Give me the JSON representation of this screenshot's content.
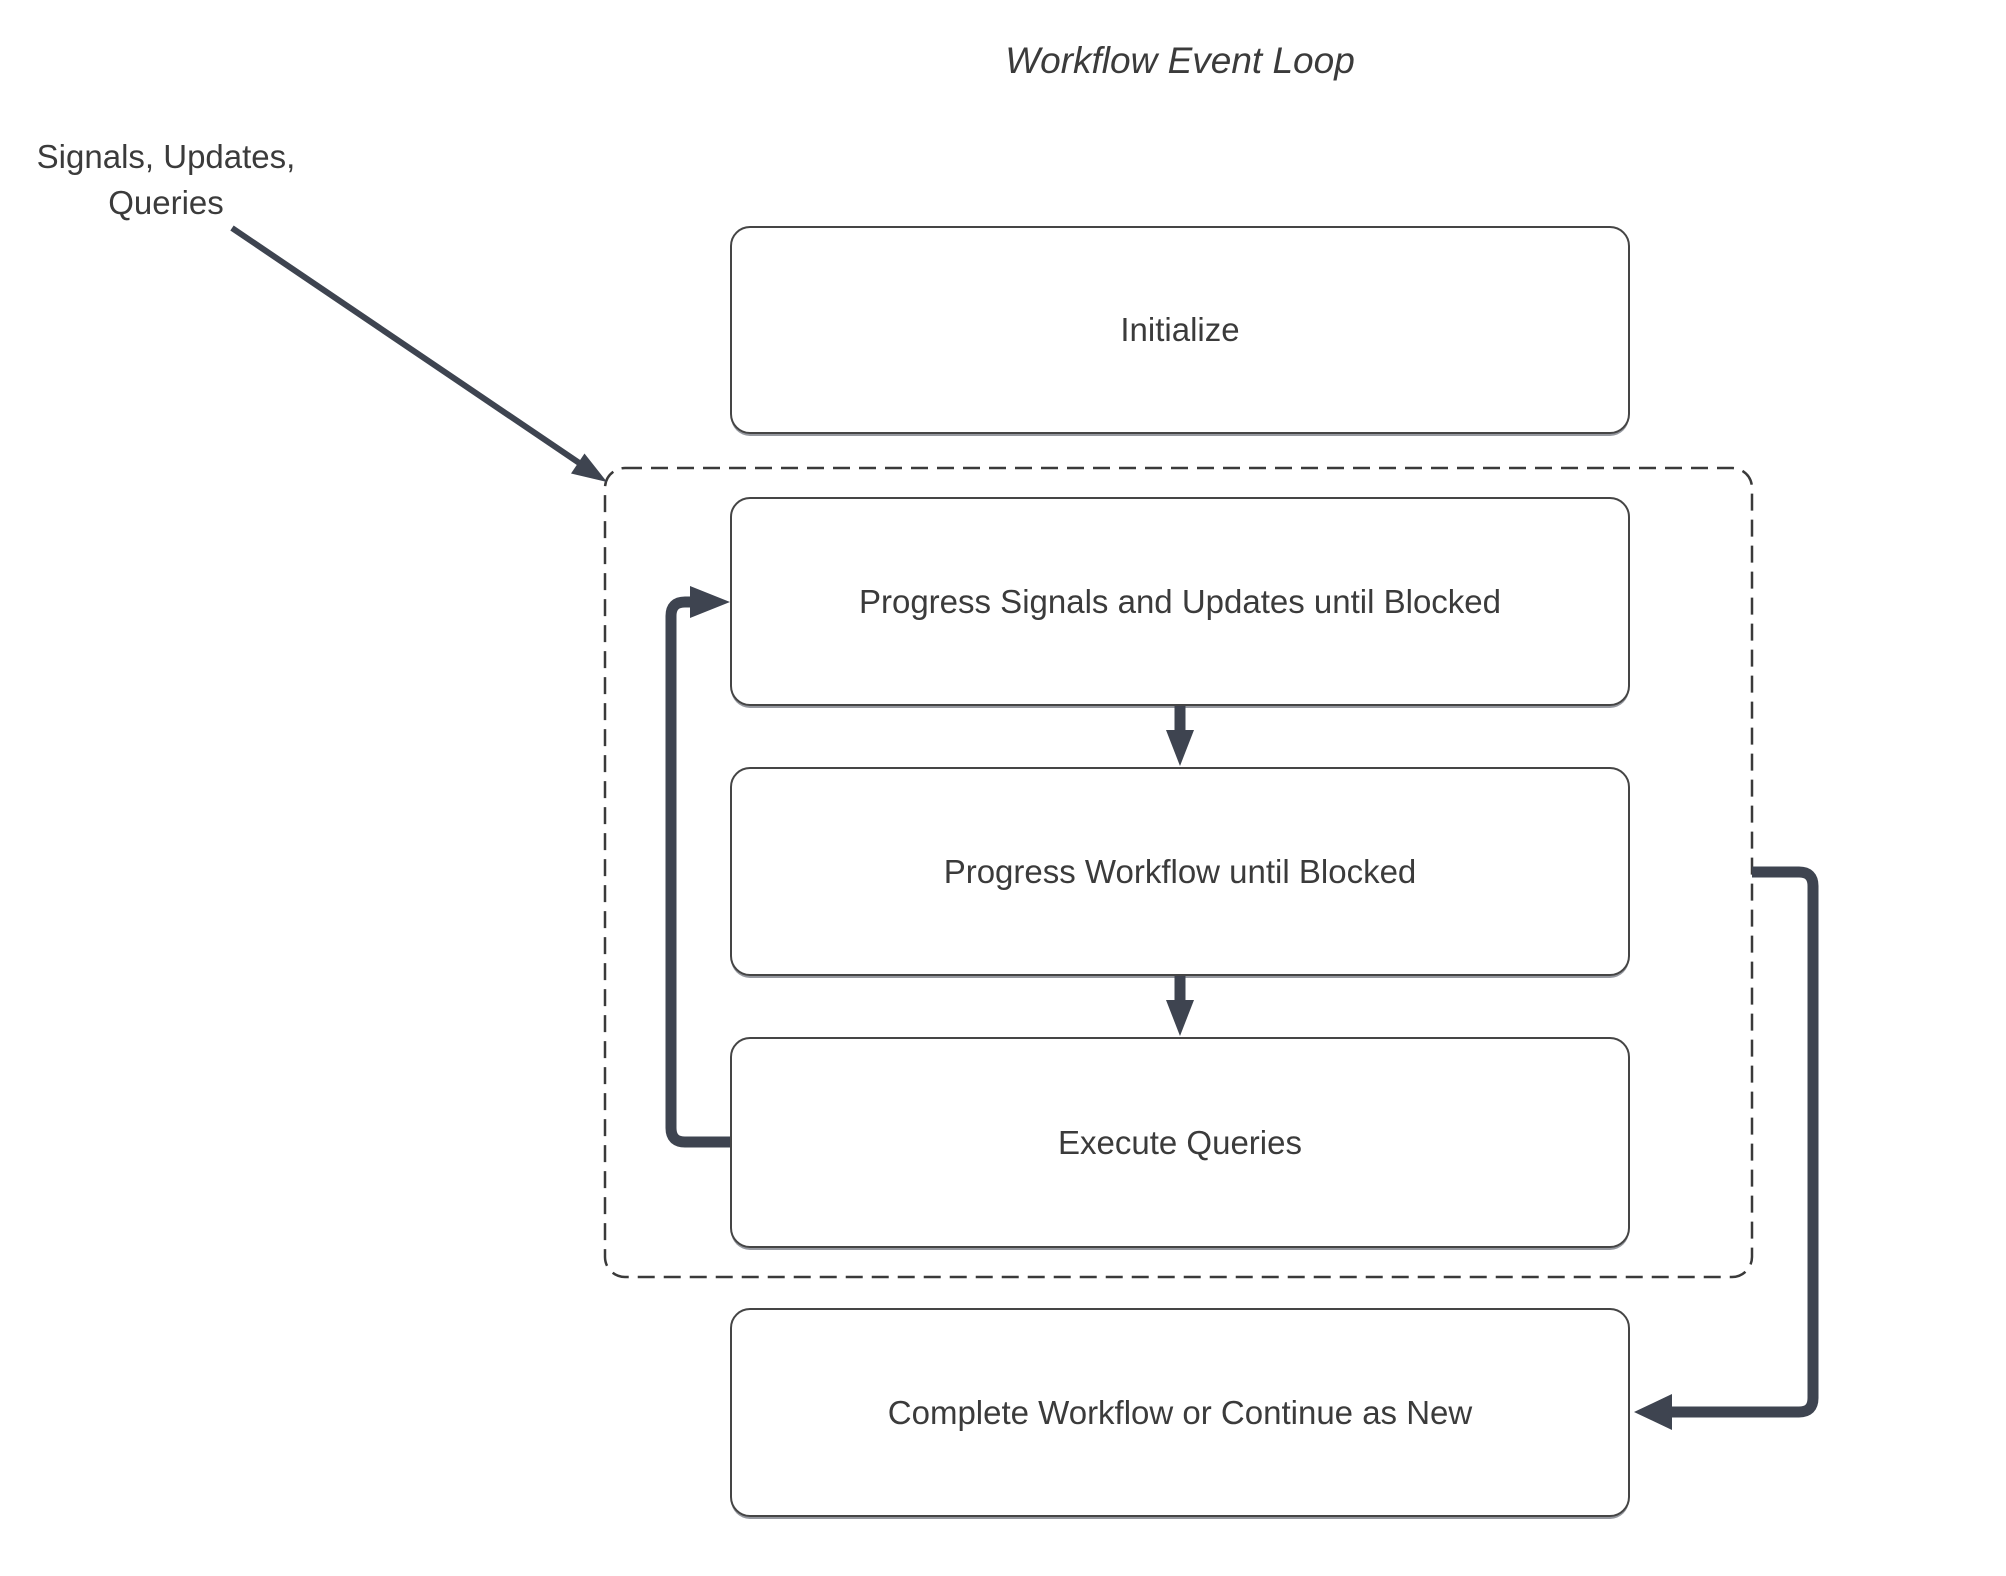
{
  "title": "Workflow Event Loop",
  "external_input": {
    "line1": "Signals, Updates,",
    "line2": "Queries"
  },
  "nodes": {
    "initialize": {
      "label": "Initialize"
    },
    "progress_signals": {
      "label": "Progress Signals and Updates until Blocked"
    },
    "progress_workflow": {
      "label": "Progress Workflow until Blocked"
    },
    "execute_queries": {
      "label": "Execute Queries"
    },
    "complete": {
      "label": "Complete Workflow or Continue as New"
    }
  },
  "edges": [
    {
      "name": "external-input-to-event-loop",
      "from": "external_input",
      "to": "event_loop_container"
    },
    {
      "name": "progress-signals-to-progress-workflow",
      "from": "progress_signals",
      "to": "progress_workflow"
    },
    {
      "name": "progress-workflow-to-execute-queries",
      "from": "progress_workflow",
      "to": "execute_queries"
    },
    {
      "name": "execute-queries-loop-back-to-progress-signals",
      "from": "execute_queries",
      "to": "progress_signals"
    },
    {
      "name": "event-loop-to-complete",
      "from": "event_loop_container",
      "to": "complete"
    }
  ],
  "colors": {
    "arrow": "#3E4450",
    "box-border": "#454545",
    "box-fill": "#FFFFFF",
    "text": "#3B3B3B",
    "dash": "#3A3A3A",
    "background": "#FFFFFF"
  }
}
